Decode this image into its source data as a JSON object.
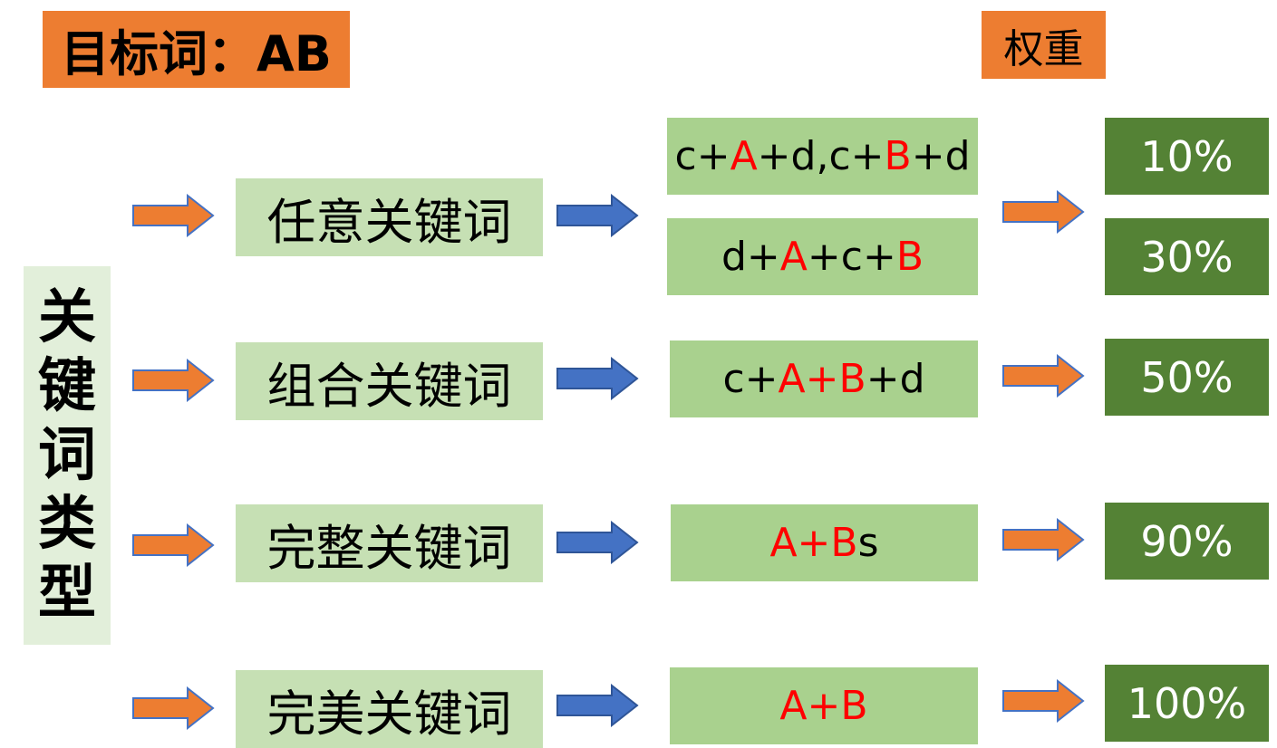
{
  "title": "目标词：AB",
  "weight_header": "权重",
  "side_label": [
    "关",
    "键",
    "词",
    "类",
    "型"
  ],
  "colors": {
    "orange": "#ed7d31",
    "light_green": "#c6e0b4",
    "mid_green": "#a9d18e",
    "dark_green": "#548235",
    "side_bg": "#e2efda",
    "blue_arrow": "#4472c4",
    "highlight_red": "#ff0000"
  },
  "rows": [
    {
      "type": "任意关键词",
      "formulas": [
        {
          "parts": [
            {
              "t": "c+"
            },
            {
              "t": "A",
              "red": true
            },
            {
              "t": "+d,c+"
            },
            {
              "t": "B",
              "red": true
            },
            {
              "t": "+d"
            }
          ]
        },
        {
          "parts": [
            {
              "t": "d+"
            },
            {
              "t": "A",
              "red": true
            },
            {
              "t": "+c+"
            },
            {
              "t": "B",
              "red": true
            }
          ]
        }
      ],
      "weights": [
        "10%",
        "30%"
      ]
    },
    {
      "type": "组合关键词",
      "formulas": [
        {
          "parts": [
            {
              "t": "c+"
            },
            {
              "t": "A+B",
              "red": true
            },
            {
              "t": "+d"
            }
          ]
        }
      ],
      "weights": [
        "50%"
      ]
    },
    {
      "type": "完整关键词",
      "formulas": [
        {
          "parts": [
            {
              "t": "A+B",
              "red": true
            },
            {
              "t": "s"
            }
          ]
        }
      ],
      "weights": [
        "90%"
      ]
    },
    {
      "type": "完美关键词",
      "formulas": [
        {
          "parts": [
            {
              "t": "A+B",
              "red": true
            }
          ]
        }
      ],
      "weights": [
        "100%"
      ]
    }
  ]
}
